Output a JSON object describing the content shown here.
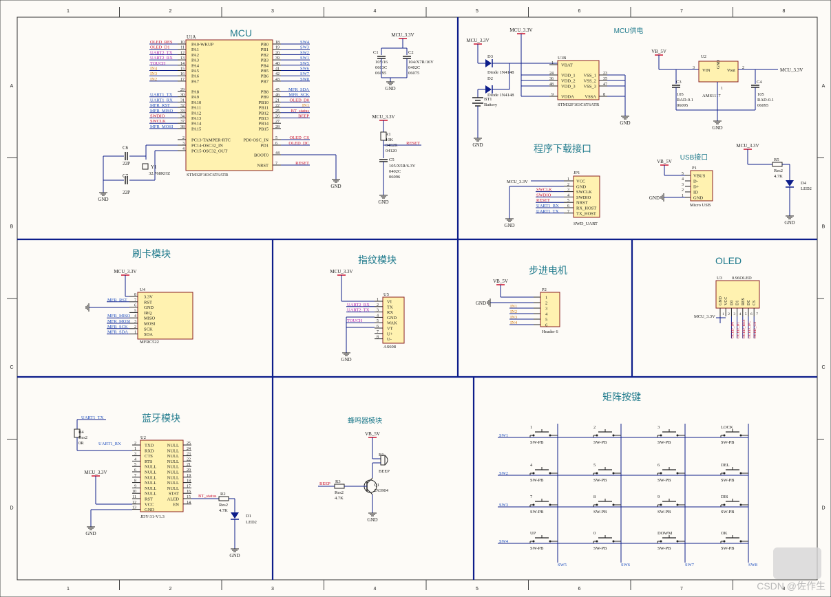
{
  "frame": {
    "cols": [
      "1",
      "2",
      "3",
      "4",
      "5",
      "6",
      "7",
      "8"
    ],
    "rows": [
      "A",
      "B",
      "C",
      "D"
    ]
  },
  "colors": {
    "wire": "#0d1d8a",
    "net_red": "#c8102e",
    "net_blue": "#1f4fbf",
    "net_mag": "#b01ab0",
    "title": "#1f7a8c",
    "part_fill": "#fff2b0",
    "part_stroke": "#8a2020",
    "bg": "#fdfbf7"
  },
  "sections": {
    "mcu": "MCU",
    "power": "MCU供电",
    "download": "程序下载接口",
    "usb": "USB接口",
    "card": "刷卡模块",
    "finger": "指纹模块",
    "stepper": "步进电机",
    "oled": "OLED",
    "bt": "蓝牙模块",
    "buzzer": "蜂鸣器模块",
    "keys": "矩阵按键"
  },
  "mcu": {
    "ref": "U1A",
    "part": "STM32F103C6T6ATR",
    "left_pins": [
      {
        "num": "10",
        "name": "PA0-WKUP",
        "net": "OLED_RES",
        "c": "red"
      },
      {
        "num": "11",
        "name": "PA1",
        "net": "OLED_D1",
        "c": "red"
      },
      {
        "num": "12",
        "name": "PA2",
        "net": "UART2_TX",
        "c": "mag"
      },
      {
        "num": "13",
        "name": "PA3",
        "net": "UART2_RX",
        "c": "mag"
      },
      {
        "num": "14",
        "name": "PA4",
        "net": "TOUCH",
        "c": "mag"
      },
      {
        "num": "15",
        "name": "PA5",
        "net": "IN4",
        "c": "orange"
      },
      {
        "num": "16",
        "name": "PA6",
        "net": "IN3",
        "c": "orange"
      },
      {
        "num": "17",
        "name": "PA7",
        "net": "IN2",
        "c": "orange"
      },
      {
        "num": "29",
        "name": "PA8",
        "net": "",
        "c": ""
      },
      {
        "num": "30",
        "name": "PA9",
        "net": "UART1_TX",
        "c": "blue"
      },
      {
        "num": "31",
        "name": "PA10",
        "net": "UART1_RX",
        "c": "blue"
      },
      {
        "num": "32",
        "name": "PA11",
        "net": "MFR_RST",
        "c": "blue"
      },
      {
        "num": "33",
        "name": "PA12",
        "net": "MFR_MISO",
        "c": "blue"
      },
      {
        "num": "34",
        "name": "PA13",
        "net": "SWDIO",
        "c": "red"
      },
      {
        "num": "37",
        "name": "PA14",
        "net": "SWCLK",
        "c": "red"
      },
      {
        "num": "38",
        "name": "PA15",
        "net": "MFR_MOSI",
        "c": "blue"
      }
    ],
    "right_pins": [
      {
        "num": "18",
        "name": "PB0",
        "net": "SW4",
        "c": "blue"
      },
      {
        "num": "19",
        "name": "PB1",
        "net": "SW3",
        "c": "blue"
      },
      {
        "num": "20",
        "name": "PB2",
        "net": "SW2",
        "c": "blue"
      },
      {
        "num": "39",
        "name": "PB3",
        "net": "SW1",
        "c": "blue"
      },
      {
        "num": "40",
        "name": "PB4",
        "net": "SW5",
        "c": "blue"
      },
      {
        "num": "41",
        "name": "PB5",
        "net": "SW6",
        "c": "blue"
      },
      {
        "num": "42",
        "name": "PB6",
        "net": "SW7",
        "c": "blue"
      },
      {
        "num": "43",
        "name": "PB7",
        "net": "SW8",
        "c": "blue"
      },
      {
        "num": "45",
        "name": "PB8",
        "net": "MFR_SDA",
        "c": "blue"
      },
      {
        "num": "46",
        "name": "PB9",
        "net": "MFR_SCK",
        "c": "blue"
      },
      {
        "num": "21",
        "name": "PB10",
        "net": "OLED_D0",
        "c": "red"
      },
      {
        "num": "22",
        "name": "PB11",
        "net": "IN1",
        "c": "orange"
      },
      {
        "num": "25",
        "name": "PB12",
        "net": "BT_status",
        "c": "red"
      },
      {
        "num": "26",
        "name": "PB13",
        "net": "BEEP",
        "c": "red"
      },
      {
        "num": "27",
        "name": "PB14",
        "net": "",
        "c": ""
      },
      {
        "num": "28",
        "name": "PB15",
        "net": "",
        "c": ""
      }
    ],
    "osc_pins": [
      {
        "num": "2",
        "name": "PC13-TAMPER-RTC"
      },
      {
        "num": "3",
        "name": "PC14-OSC32_IN"
      },
      {
        "num": "4",
        "name": "PC15-OSC32_OUT"
      }
    ],
    "osc_right": [
      {
        "num": "5",
        "name": "PD0-OSC_IN",
        "net": "OLED_CS"
      },
      {
        "num": "6",
        "name": "PD1",
        "net": "OLED_DC"
      },
      {
        "num": "44",
        "name": "BOOT0",
        "net": ""
      },
      {
        "num": "7",
        "name": "NRST",
        "net": "RESET"
      }
    ],
    "c6": {
      "ref": "C6",
      "val": "22P"
    },
    "c7": {
      "ref": "C7",
      "val": "22P"
    },
    "y1": {
      "ref": "Y1",
      "val": "32.768KHZ"
    },
    "gnd": "GND"
  },
  "decoup": {
    "net": "MCU_3.3V",
    "c1": {
      "ref": "C1",
      "l1": "105/16",
      "l2": "0603C",
      "l3": "06095"
    },
    "c2": {
      "ref": "C2",
      "l1": "104/X7R/16V",
      "l2": "0402C",
      "l3": "06075"
    },
    "r1": {
      "ref": "R1",
      "l1": "10K",
      "l2": "0402R",
      "l3": "04120"
    },
    "c5": {
      "ref": "C5",
      "l1": "105/X5R/6.3V",
      "l2": "0402C",
      "l3": "06096"
    },
    "reset": "RESET",
    "gnd": "GND"
  },
  "power": {
    "net": "MCU_3.3V",
    "d3": "D3",
    "d3v": "Diode 1N4148",
    "d2": "D2",
    "d2v": "Diode 1N4148",
    "bt1": "BT1",
    "bt1v": "Battery",
    "u1b": "U1B",
    "u1b_part": "STM32F103C6T6ATR",
    "left": [
      {
        "num": "1",
        "name": "VBAT"
      },
      {
        "num": "24",
        "name": "VDD_1"
      },
      {
        "num": "36",
        "name": "VDD_2"
      },
      {
        "num": "48",
        "name": "VDD_3"
      },
      {
        "num": "9",
        "name": "VDDA"
      }
    ],
    "right": [
      {
        "num": "23",
        "name": "VSS_1"
      },
      {
        "num": "35",
        "name": "VSS_2"
      },
      {
        "num": "47",
        "name": "VSS_3"
      },
      {
        "num": "8",
        "name": "VSSA"
      }
    ],
    "gnd": "GND"
  },
  "ldo": {
    "vin_net": "VB_5V",
    "out_net": "MCU_3.3V",
    "ref": "U2",
    "part": "AMS1117",
    "vin": "VIN",
    "gnd_pin": "GND",
    "vout": "Vout",
    "p3": "3",
    "p2": "2",
    "p1": "1",
    "c3": {
      "ref": "C3",
      "l1": "105",
      "l2": "RAD-0.1",
      "l3": "06095"
    },
    "c4": {
      "ref": "C4",
      "l1": "105",
      "l2": "RAD-0.1",
      "l3": "06095"
    },
    "gnd": "GND"
  },
  "led4": {
    "net": "MCU_3.3V",
    "r": "R5",
    "rv": "Res2",
    "rv2": "4.7K",
    "d": "D4",
    "dv": "LED2",
    "gnd": "GND"
  },
  "swd": {
    "ref": "JP1",
    "part": "SWD_UART",
    "net": "MCU_3.3V",
    "gnd": "GND",
    "pins": [
      {
        "num": "1",
        "name": "VCC",
        "net": ""
      },
      {
        "num": "2",
        "name": "GND",
        "net": ""
      },
      {
        "num": "3",
        "name": "SWCLK",
        "net": "SWCLK"
      },
      {
        "num": "4",
        "name": "SWDIO",
        "net": "SWDIO"
      },
      {
        "num": "5",
        "name": "NRST",
        "net": "RESET"
      },
      {
        "num": "6",
        "name": "RX_HOST",
        "net": "UART1_RX"
      },
      {
        "num": "7",
        "name": "TX_HOST",
        "net": "UART1_TX"
      }
    ]
  },
  "usb": {
    "ref": "P1",
    "part": "Micro USB",
    "net": "VB_5V",
    "gnd": "GND",
    "pins": [
      {
        "num": "5",
        "name": "VBUS"
      },
      {
        "num": "4",
        "name": "D-"
      },
      {
        "num": "3",
        "name": "D+"
      },
      {
        "num": "2",
        "name": "ID"
      },
      {
        "num": "1",
        "name": "GND"
      }
    ]
  },
  "rfid": {
    "ref": "U4",
    "part": "MFRC522",
    "net": "MCU_3.3V",
    "pins": [
      {
        "num": "8",
        "name": "3.3V",
        "net": ""
      },
      {
        "num": "7",
        "name": "RST",
        "net": "MFR_RST"
      },
      {
        "num": "6",
        "name": "GND",
        "net": ""
      },
      {
        "num": "5",
        "name": "IRQ",
        "net": ""
      },
      {
        "num": "4",
        "name": "MISO",
        "net": "MFR_MISO"
      },
      {
        "num": "3",
        "name": "MOSI",
        "net": "MFR_MOSI"
      },
      {
        "num": "2",
        "name": "SCK",
        "net": "MFR_SCK"
      },
      {
        "num": "1",
        "name": "SDA",
        "net": "MFR_SDA"
      }
    ]
  },
  "finger": {
    "ref": "U5",
    "part": "AS608",
    "net": "MCU_3.3V",
    "pins": [
      {
        "num": "1",
        "name": "VI",
        "net": ""
      },
      {
        "num": "2",
        "name": "TX",
        "net": "UART2_RX"
      },
      {
        "num": "3",
        "name": "RX",
        "net": "UART2_TX"
      },
      {
        "num": "4",
        "name": "GND",
        "net": ""
      },
      {
        "num": "5",
        "name": "WAK",
        "net": "TOUCH"
      },
      {
        "num": "6",
        "name": "VT",
        "net": ""
      },
      {
        "num": "7",
        "name": "U+",
        "net": ""
      },
      {
        "num": "8",
        "name": "U-",
        "net": ""
      }
    ]
  },
  "stepper": {
    "ref": "P2",
    "part": "Header 6",
    "net": "VB_5V",
    "gnd": "GND",
    "pins": [
      {
        "num": "1",
        "net": ""
      },
      {
        "num": "2",
        "net": ""
      },
      {
        "num": "3",
        "net": "IN1"
      },
      {
        "num": "4",
        "net": "IN2"
      },
      {
        "num": "5",
        "net": "IN3"
      },
      {
        "num": "6",
        "net": "IN4"
      }
    ]
  },
  "oled": {
    "ref": "U3",
    "part": "0.96OLED",
    "net": "MCU_3.3V",
    "pins": [
      {
        "num": "1",
        "name": "GND",
        "net": ""
      },
      {
        "num": "2",
        "name": "VCC",
        "net": ""
      },
      {
        "num": "3",
        "name": "D0",
        "net": "OLED_D0"
      },
      {
        "num": "4",
        "name": "D1",
        "net": "OLED_D1"
      },
      {
        "num": "5",
        "name": "RES",
        "net": "OLED_RES"
      },
      {
        "num": "6",
        "name": "DC",
        "net": "OLED_DC"
      },
      {
        "num": "7",
        "name": "CS",
        "net": "OLED_CS"
      }
    ]
  },
  "bt": {
    "ref": "U2",
    "part": "JDY-31-V1.3",
    "net_tx": "UART1_TX",
    "net_rx": "UART1_RX",
    "r4": "R4",
    "r4v": "Res2",
    "r4v2": "0R",
    "vcc_net": "MCU_3.3V",
    "left": [
      {
        "num": "2",
        "name": "TXD"
      },
      {
        "num": "1",
        "name": "RXD"
      },
      {
        "num": "3",
        "name": "CTS"
      },
      {
        "num": "4",
        "name": "RTS"
      },
      {
        "num": "5",
        "name": "NULL"
      },
      {
        "num": "6",
        "name": "NULL"
      },
      {
        "num": "7",
        "name": "NULL"
      },
      {
        "num": "8",
        "name": "NULL"
      },
      {
        "num": "9",
        "name": "NULL"
      },
      {
        "num": "10",
        "name": "NULL"
      },
      {
        "num": "11",
        "name": "RST"
      },
      {
        "num": "12",
        "name": "VCC"
      },
      {
        "num": "13",
        "name": "GND"
      }
    ],
    "right": [
      {
        "num": "25",
        "name": "NULL"
      },
      {
        "num": "24",
        "name": "NULL"
      },
      {
        "num": "23",
        "name": "NULL"
      },
      {
        "num": "22",
        "name": "NULL"
      },
      {
        "num": "21",
        "name": "NULL"
      },
      {
        "num": "20",
        "name": "NULL"
      },
      {
        "num": "19",
        "name": "NULL"
      },
      {
        "num": "18",
        "name": "NULL"
      },
      {
        "num": "17",
        "name": "NULL"
      },
      {
        "num": "16",
        "name": "STAT"
      },
      {
        "num": "15",
        "name": "ALED"
      },
      {
        "num": "14",
        "name": "EN"
      }
    ],
    "bt_status": "BT_status",
    "r2": "R2",
    "r2v": "Res2",
    "r2v2": "4.7K",
    "d1": "D1",
    "d1v": "LED2",
    "gnd": "GND"
  },
  "buzzer": {
    "net": "VB_5V",
    "b1": "B1",
    "b1v": "BEEP",
    "q1": "Q1",
    "q1v": "2N3904",
    "r3": "R3",
    "r3v": "Res2",
    "r3v2": "4.7K",
    "beep": "BEEP",
    "gnd": "GND"
  },
  "keys": {
    "rows": [
      "SW1",
      "SW2",
      "SW3",
      "SW4"
    ],
    "cols": [
      "SW5",
      "SW6",
      "SW7",
      "SW8"
    ],
    "labels": [
      [
        "1",
        "2",
        "3",
        "LOCK"
      ],
      [
        "4",
        "5",
        "6",
        "DEL"
      ],
      [
        "7",
        "8",
        "9",
        "DIS"
      ],
      [
        "UP",
        "0",
        "DOWM",
        "OK"
      ]
    ],
    "part": "SW-PB"
  },
  "watermark": "CSDN @佐作生"
}
